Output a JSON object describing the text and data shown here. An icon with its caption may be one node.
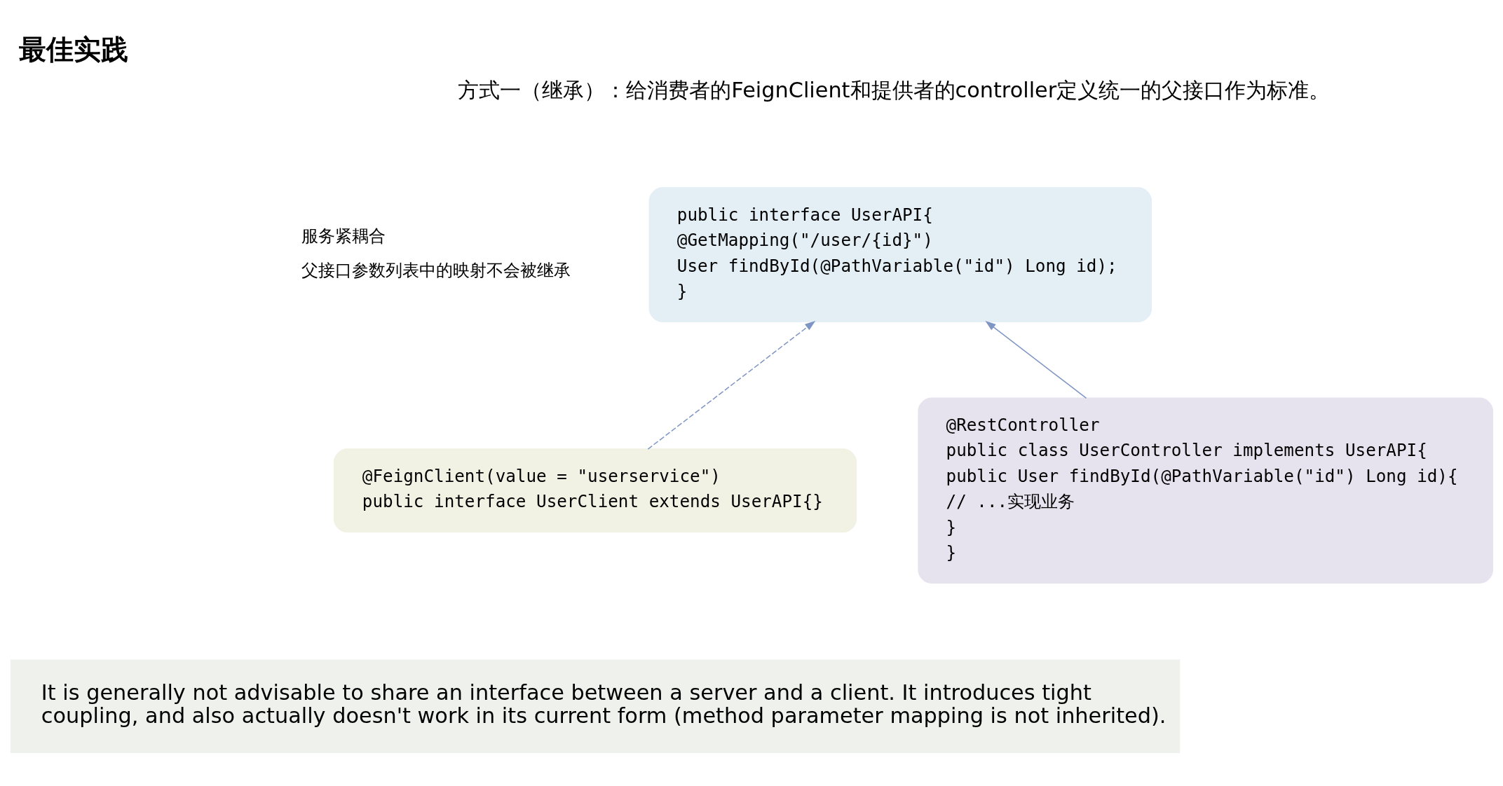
{
  "diagram": {
    "title": "最佳实践",
    "nodes": [
      {
        "text": [
          "public interface UserAPI{",
          "@GetMapping(\"/user/{id}\")",
          "User findById(@PathVariable(\"id\") Long id);",
          "}"
        ]
      },
      {
        "text": [
          "@FeignClient(value = \"userservice\")",
          "public interface UserClient extends UserAPI{}"
        ]
      },
      {
        "text": [
          "@RestController",
          "public class UserController implements UserAPI{",
          "public User findById(@PathVariable(\"id\") Long id){",
          "// ...实现业务",
          "}",
          "}"
        ]
      }
    ],
    "edges": [
      {
        "from": 1,
        "to": 0,
        "arrow": "to",
        "style": "dashed"
      },
      {
        "from": 2,
        "to": 0,
        "arrow": "to"
      }
    ],
    "labels": [
      "方式一（继承）：给消费者的FeignClient和提供者的controller定义统一的父接口作为标准。",
      "服务紧耦合",
      "父接口参数列表中的映射不会被继承",
      "It is generally not advisable to share an interface between a server and a client. It introduces tight coupling, and also actually doesn't work in its current form (method parameter mapping is not inherited)."
    ]
  }
}
